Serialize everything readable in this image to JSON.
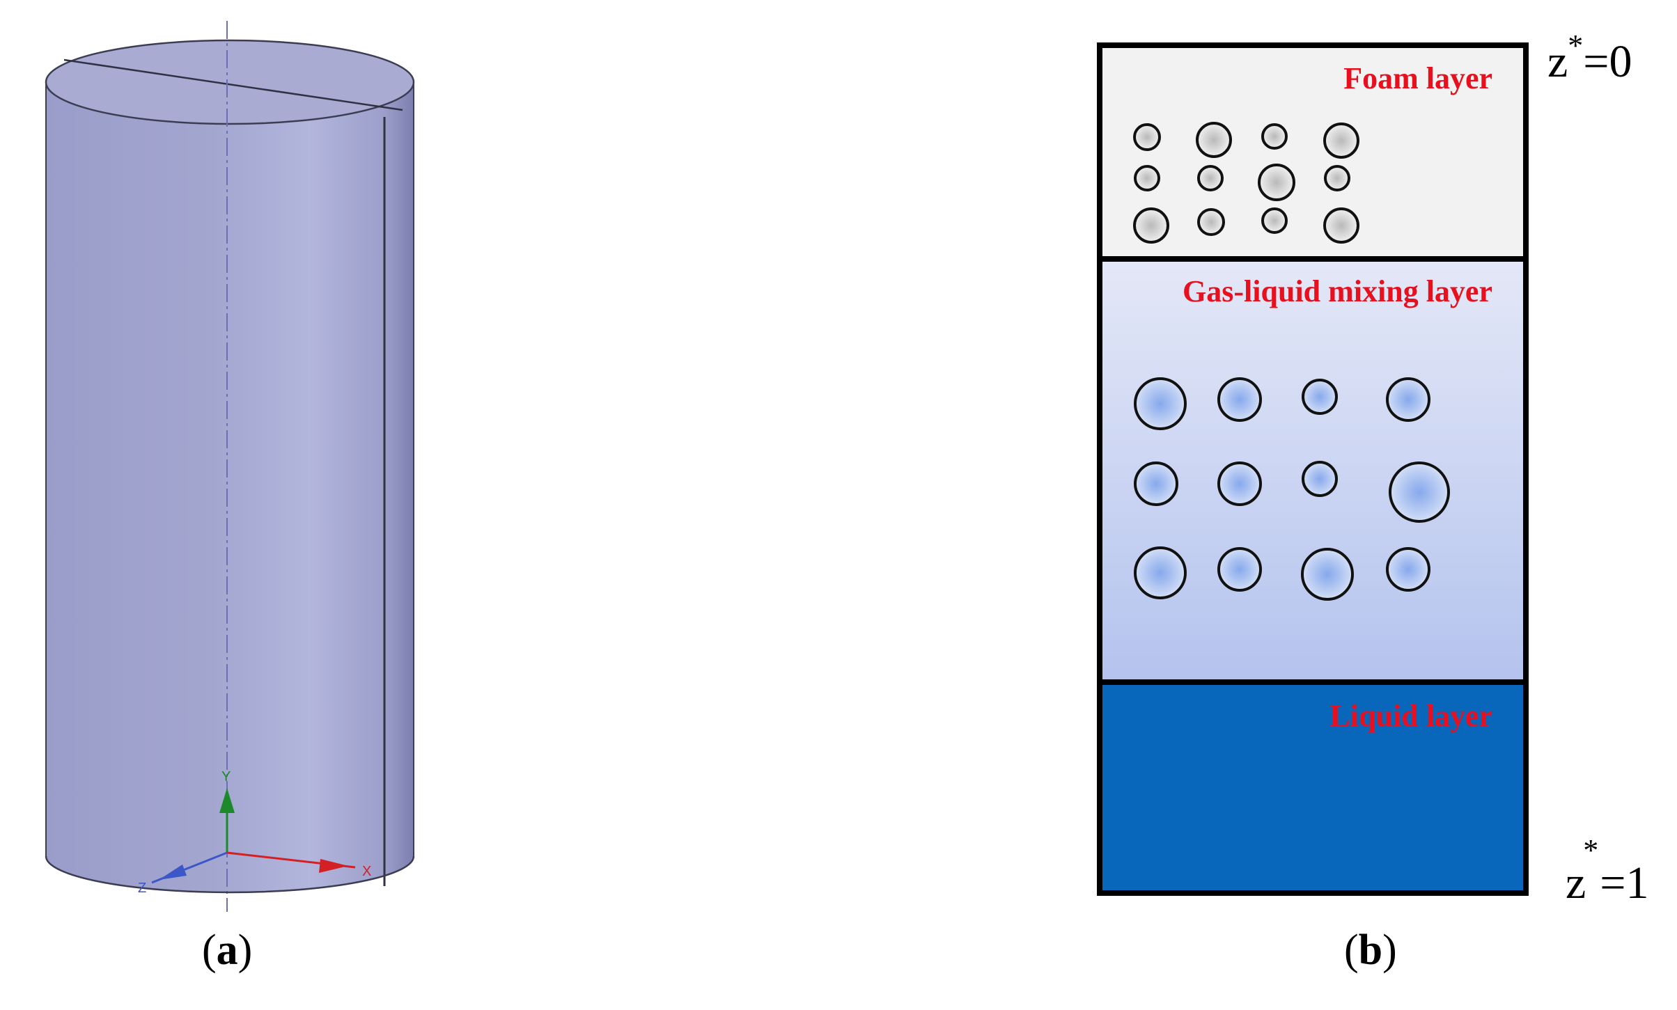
{
  "panel_a": {
    "label_open": "(",
    "label_letter": "a",
    "label_close": ")",
    "axes": {
      "y": {
        "letter": "Y",
        "color": "#1c8a2a"
      },
      "x": {
        "letter": "X",
        "color": "#d41f24"
      },
      "z": {
        "letter": "Z",
        "color": "#3b57c8"
      }
    },
    "colors": {
      "body": "#a3a6cf",
      "top": "#a9abd3",
      "edge": "#2f3042"
    }
  },
  "panel_b": {
    "label_open": "(",
    "label_letter": "b",
    "label_close": ")",
    "layers": [
      {
        "label": "Foam layer",
        "fill": "#f2f2f2"
      },
      {
        "label": "Gas-liquid mixing layer",
        "fill_top": "#e4e8f7",
        "fill_bottom": "#b4c3ee"
      },
      {
        "label": "Liquid layer",
        "fill": "#0866bb"
      }
    ],
    "z_top": {
      "base": "z",
      "sup": "*",
      "tail": "=0"
    },
    "z_bottom": {
      "base": "z",
      "sup": "*",
      "tail": "=1"
    },
    "label_color": "#e8101e"
  }
}
